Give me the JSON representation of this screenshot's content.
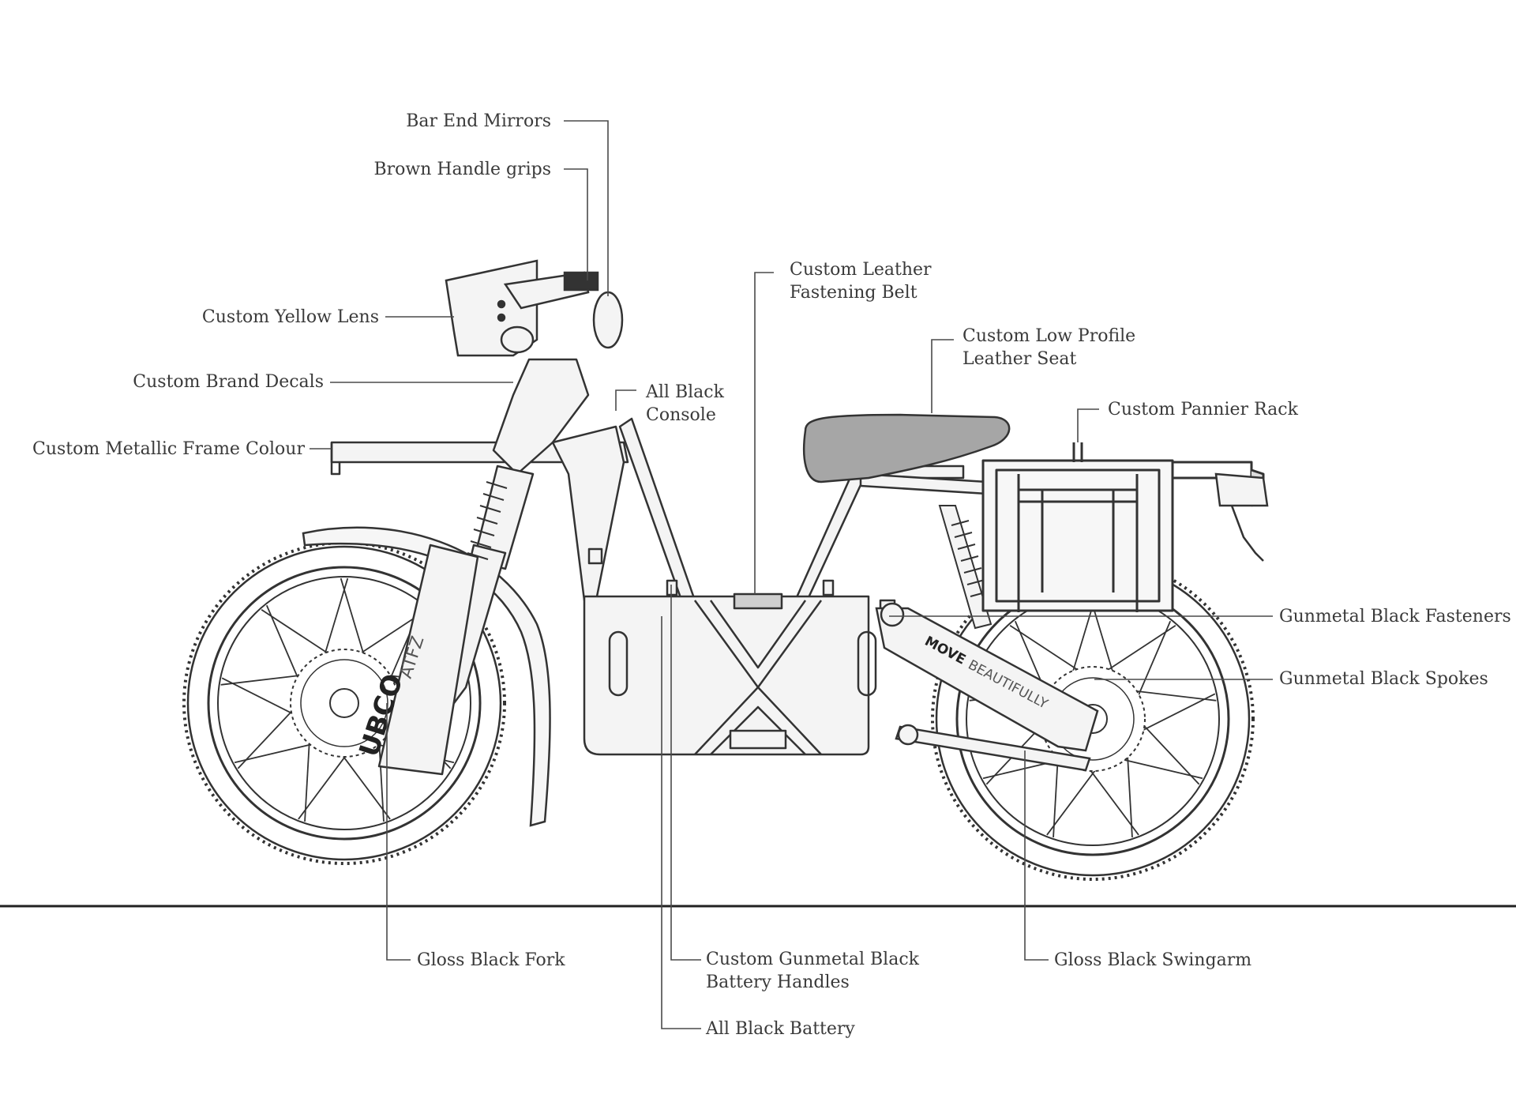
{
  "diagram": {
    "callouts": {
      "bar_end_mirrors": [
        "Bar End Mirrors"
      ],
      "brown_handle_grips": [
        "Brown Handle grips"
      ],
      "custom_yellow_lens": [
        "Custom Yellow Lens"
      ],
      "custom_brand_decals": [
        "Custom Brand Decals"
      ],
      "custom_metallic_frame_colour": [
        "Custom Metallic Frame Colour"
      ],
      "all_black_console": [
        "All Black",
        "Console"
      ],
      "custom_leather_fastening_belt": [
        "Custom Leather",
        "Fastening Belt"
      ],
      "custom_low_profile_leather_seat": [
        "Custom Low Profile",
        "Leather Seat"
      ],
      "custom_pannier_rack": [
        "Custom Pannier Rack"
      ],
      "gunmetal_black_fasteners": [
        "Gunmetal Black Fasteners"
      ],
      "gunmetal_black_spokes": [
        "Gunmetal Black Spokes"
      ],
      "gloss_black_fork": [
        "Gloss Black Fork"
      ],
      "custom_gunmetal_black_battery_handles": [
        "Custom Gunmetal Black",
        "Battery Handles"
      ],
      "gloss_black_swingarm": [
        "Gloss Black Swingarm"
      ],
      "all_black_battery": [
        "All Black Battery"
      ]
    },
    "decals": {
      "fork_brand": "UBCO",
      "fork_model": "ATFZ",
      "swingarm_bold": "MOVE",
      "swingarm_light": "BEAUTIFULLY"
    },
    "colors": {
      "line": "#3a3a3a",
      "frame_fill": "#f4f4f4",
      "seat_fill": "#a6a6a6",
      "accent_dark": "#222222"
    }
  }
}
